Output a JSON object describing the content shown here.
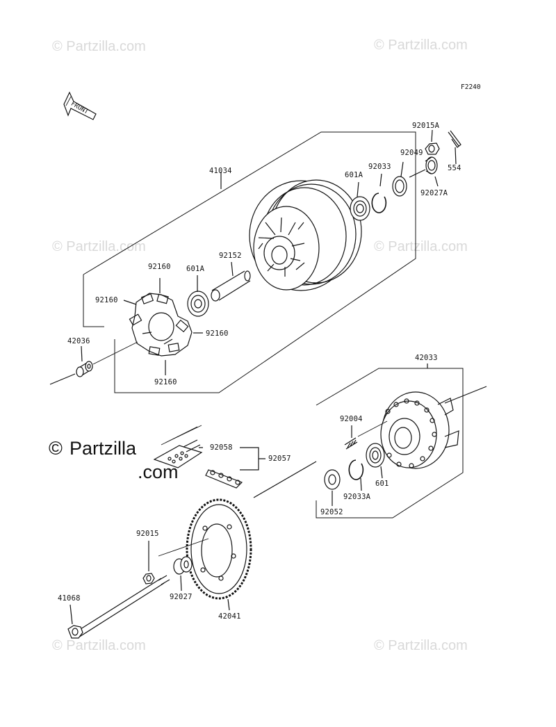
{
  "diagram_code": "F2240",
  "front_arrow_text": "FRONT",
  "watermarks": {
    "light": "© Partzilla.com",
    "main_symbol": "©",
    "main_line1": "Partzilla",
    "main_line2": ".com"
  },
  "parts": {
    "p92015A": "92015A",
    "p554": "554",
    "p92049": "92049",
    "p92033_top": "92033",
    "p601A_top": "601A",
    "p92027A": "92027A",
    "p41034": "41034",
    "p92152": "92152",
    "p601A_mid": "601A",
    "p92160_a": "92160",
    "p92160_b": "92160",
    "p92160_c": "92160",
    "p92160_d": "92160",
    "p42036": "42036",
    "p42033": "42033",
    "p92004": "92004",
    "p92058": "92058",
    "p92057": "92057",
    "p601": "601",
    "p92033A": "92033A",
    "p92052": "92052",
    "p92015": "92015",
    "p92027": "92027",
    "p42041": "42041",
    "p41068": "41068"
  }
}
